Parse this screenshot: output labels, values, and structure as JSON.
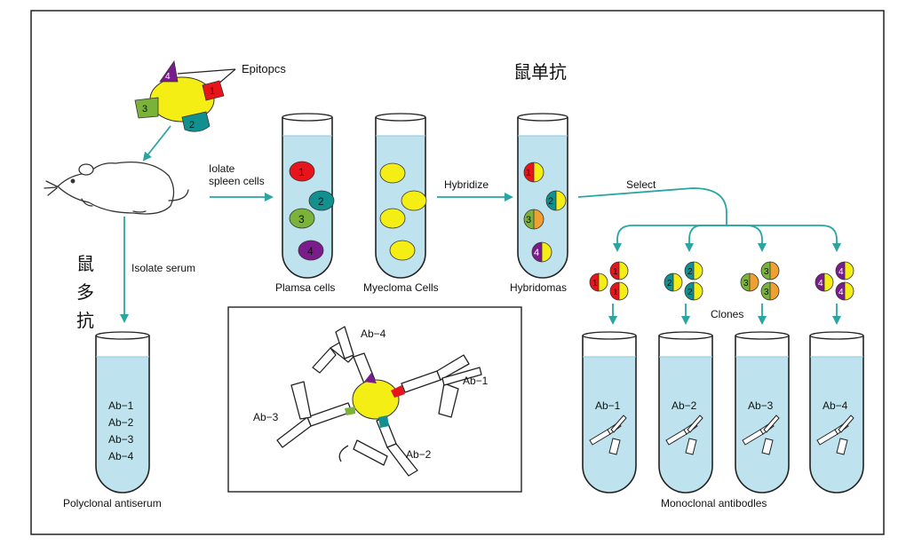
{
  "labels": {
    "epitopes": "Epitopcs",
    "title_mono_cn": "鼠单抗",
    "isolate_spleen_1": "Iolate",
    "isolate_spleen_2": "spleen cells",
    "hybridize": "Hybridize",
    "select": "Select",
    "poly_cn_1": "鼠",
    "poly_cn_2": "多",
    "poly_cn_3": "抗",
    "isolate_serum": "Isolate serum",
    "plasma_cells": "Plamsa cells",
    "myeloma_cells": "Myecloma Cells",
    "hybridomas": "Hybridomas",
    "clones": "Clones",
    "polyclonal": "Polyclonal antiserum",
    "monoclonal": "Monoclonal antibodles"
  },
  "antigen_epitopes": [
    "1",
    "2",
    "3",
    "4"
  ],
  "plasma_cell_numbers": [
    "1",
    "2",
    "3",
    "4"
  ],
  "hybridoma_numbers": [
    "1",
    "2",
    "3",
    "4"
  ],
  "polyclonal_antibodies": [
    "Ab−1",
    "Ab−2",
    "Ab−3",
    "Ab−4"
  ],
  "inset_antibodies": [
    "Ab−4",
    "Ab−1",
    "Ab−3",
    "Ab−2"
  ],
  "clones": [
    {
      "number": "1",
      "color": "#e8141c",
      "antibody": "Ab−1"
    },
    {
      "number": "2",
      "color": "#11908f",
      "antibody": "Ab−2"
    },
    {
      "number": "3",
      "color": "#7ab23a",
      "antibody": "Ab−3"
    },
    {
      "number": "4",
      "color": "#7b1c8c",
      "antibody": "Ab−4"
    }
  ],
  "colors": {
    "arrow": "#2aa5a1",
    "antigen": "#f4ee14",
    "epitope_1": "#e8141c",
    "epitope_2": "#11908f",
    "epitope_3": "#7ab23a",
    "epitope_4": "#7b1c8c",
    "myeloma": "#f4ee14",
    "tube_liquid": "#bfe3ee",
    "hybrid_half": "#f4ee14",
    "clone_3_half": "#f0a030"
  }
}
